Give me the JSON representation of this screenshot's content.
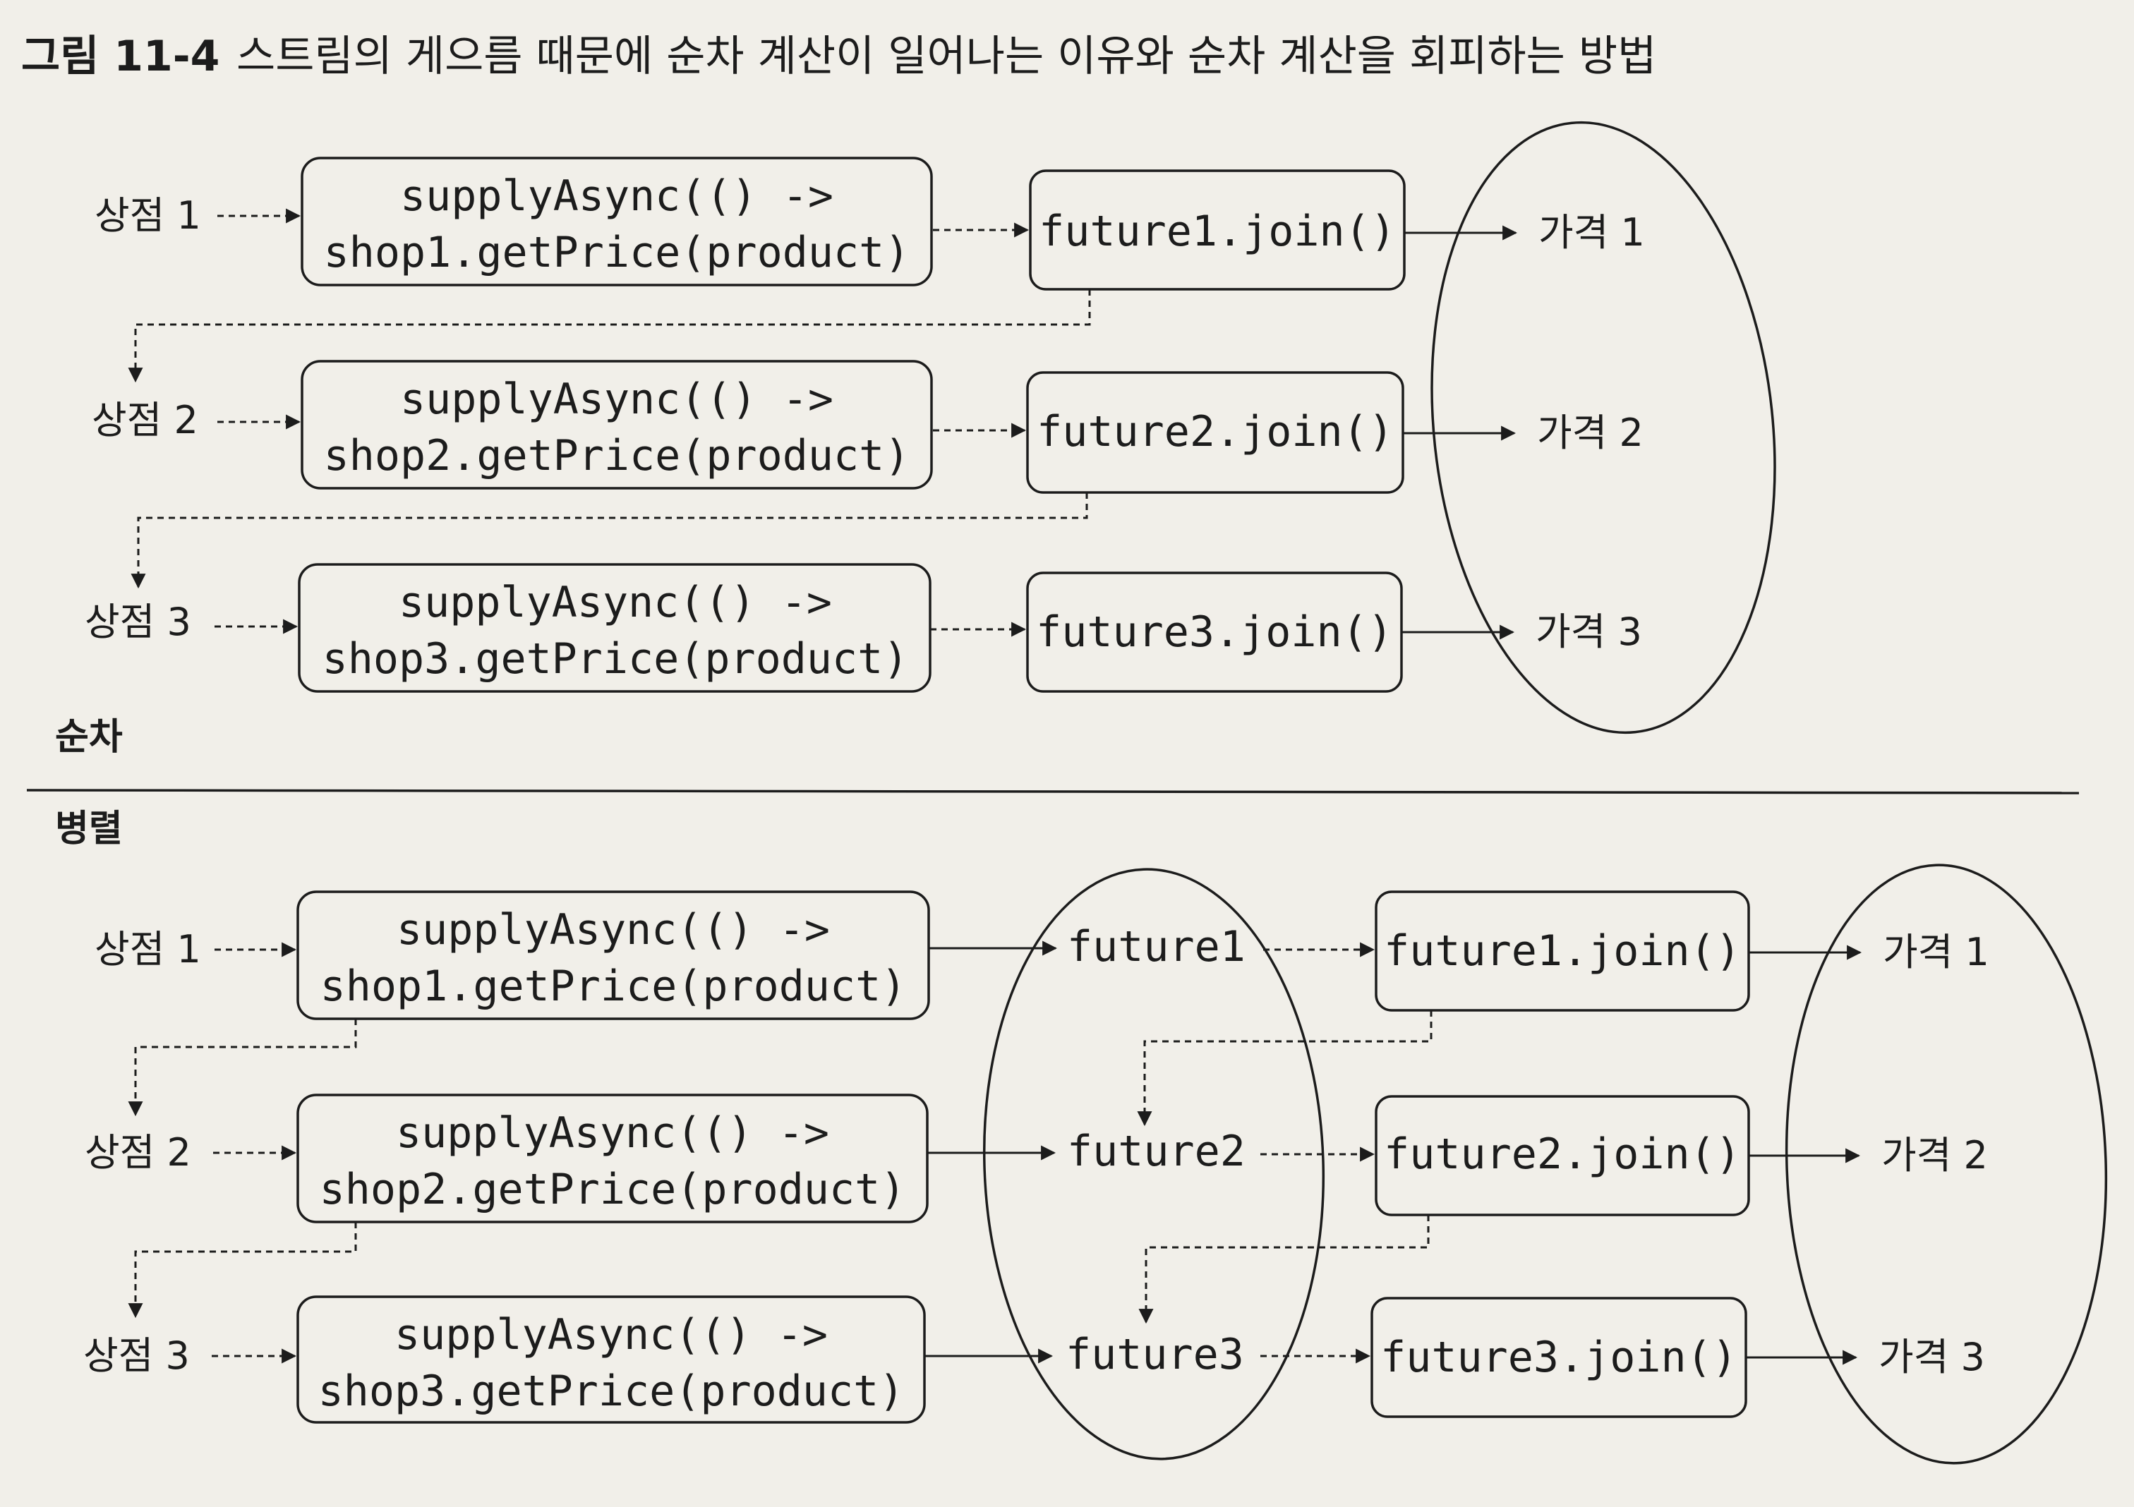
{
  "figure": {
    "number": "그림 11-4",
    "caption": "스트림의 게으름 때문에 순차 계산이 일어나는 이유와 순차 계산을 회피하는 방법"
  },
  "sequential": {
    "label": "순차",
    "rows": [
      {
        "shop": "상점 1",
        "supply_line1": "supplyAsync(() ->",
        "supply_line2": "shop1.getPrice(product)",
        "join": "future1.join()",
        "price": "가격 1"
      },
      {
        "shop": "상점 2",
        "supply_line1": "supplyAsync(() ->",
        "supply_line2": "shop2.getPrice(product)",
        "join": "future2.join()",
        "price": "가격 2"
      },
      {
        "shop": "상점 3",
        "supply_line1": "supplyAsync(() ->",
        "supply_line2": "shop3.getPrice(product)",
        "join": "future3.join()",
        "price": "가격 3"
      }
    ]
  },
  "parallel": {
    "label": "병렬",
    "rows": [
      {
        "shop": "상점 1",
        "supply_line1": "supplyAsync(() ->",
        "supply_line2": "shop1.getPrice(product)",
        "future": "future1",
        "join": "future1.join()",
        "price": "가격 1"
      },
      {
        "shop": "상점 2",
        "supply_line1": "supplyAsync(() ->",
        "supply_line2": "shop2.getPrice(product)",
        "future": "future2",
        "join": "future2.join()",
        "price": "가격 2"
      },
      {
        "shop": "상점 3",
        "supply_line1": "supplyAsync(() ->",
        "supply_line2": "shop3.getPrice(product)",
        "future": "future3",
        "join": "future3.join()",
        "price": "가격 3"
      }
    ]
  }
}
